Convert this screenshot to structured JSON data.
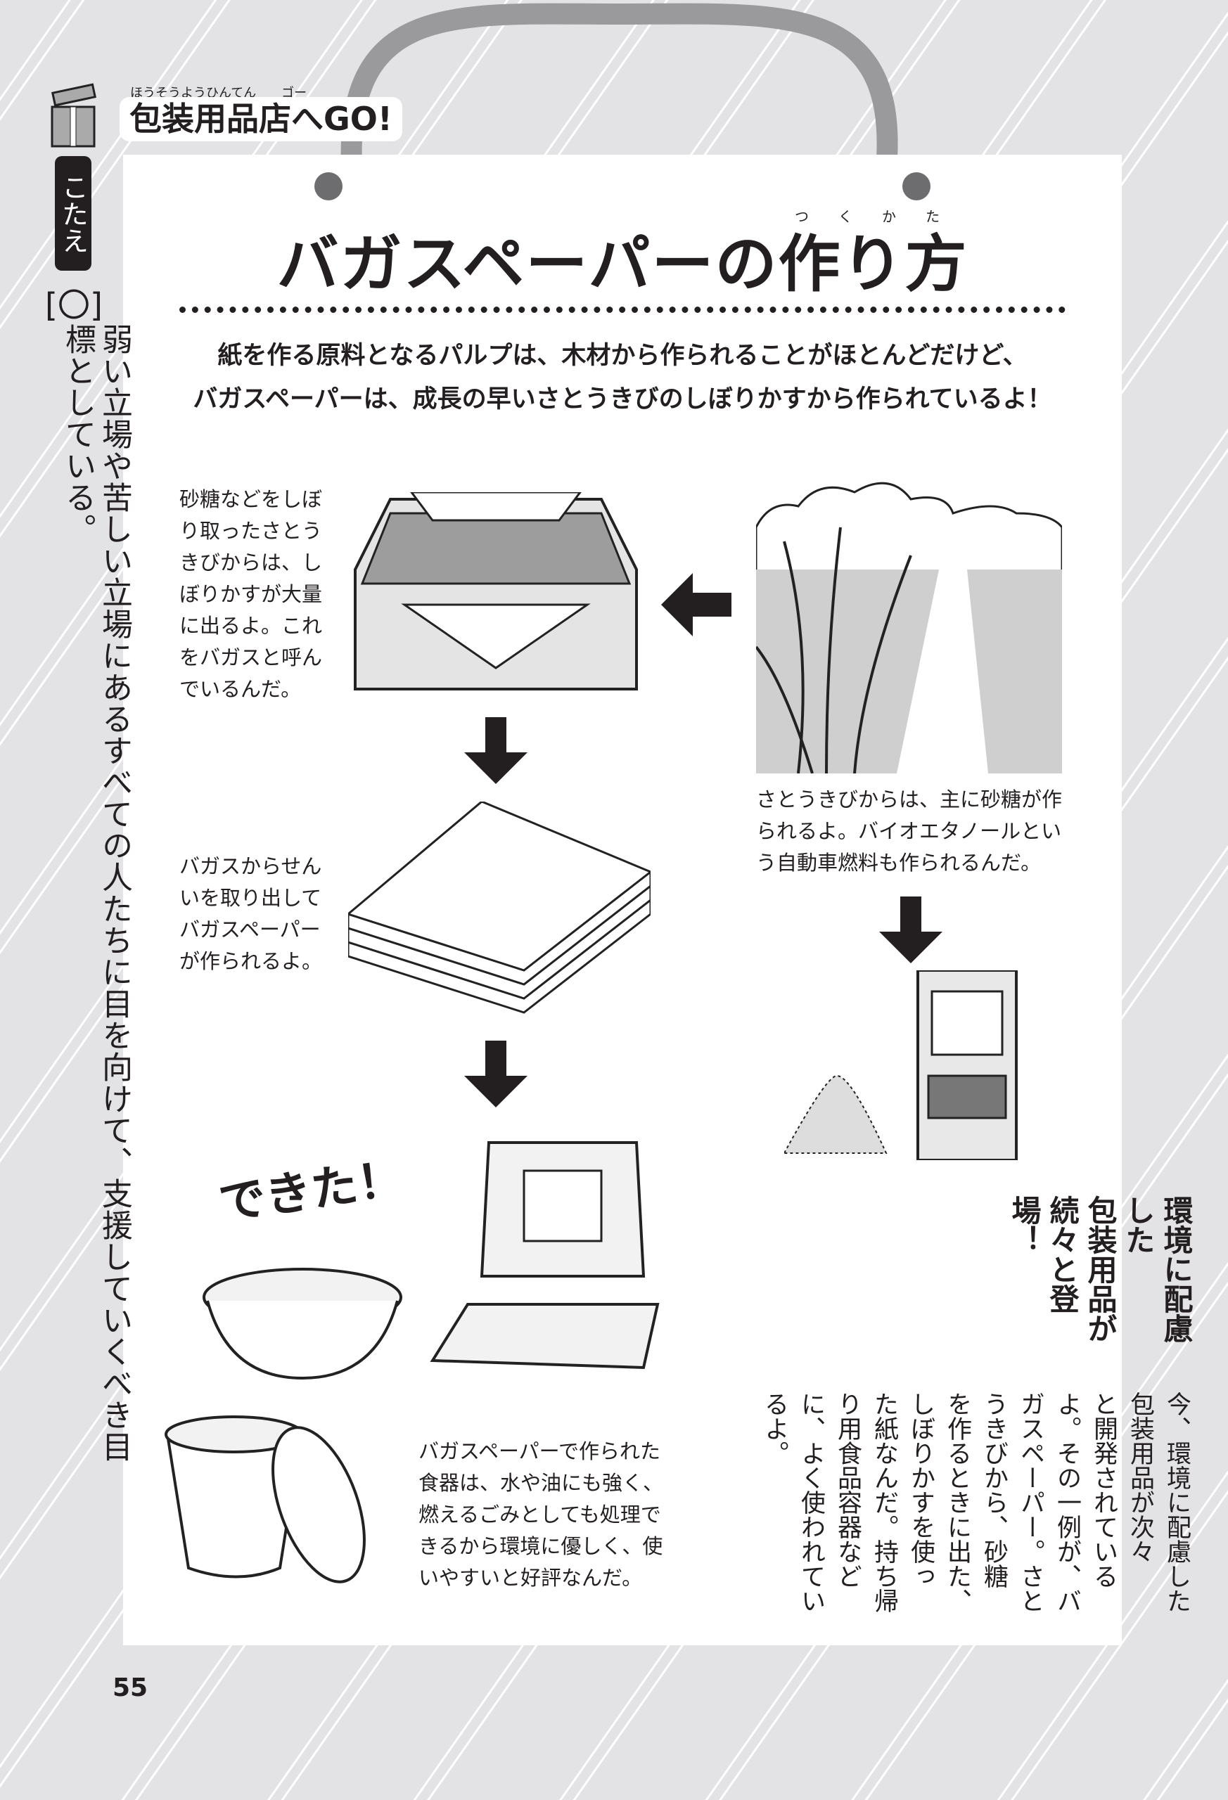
{
  "header": {
    "title": "包装用品店へGO!",
    "ruby": "ほうそうようひんてん　　ゴー"
  },
  "sidebar": {
    "badge": "こたえ",
    "mark": "[〇]",
    "answer": "弱い立場や苦しい立場にあるすべての人たちに目を向けて、支援していくべき目標としている。"
  },
  "main": {
    "title": "バガスペーパーの作り方",
    "title_ruby": "つくかた",
    "intro": [
      "紙を作る原料となるパルプは、木材から作られることがほとんどだけど、",
      "バガスペーパーは、成長の早いさとうきびのしぼりかすから作られているよ！"
    ],
    "captions": {
      "bagasse": [
        "砂糖などをしぼ",
        "り取ったさとう",
        "きびからは、し",
        "ぼりかすが大量",
        "に出るよ。これ",
        "をバガスと呼ん",
        "でいるんだ。"
      ],
      "sugarcane": [
        "さとうきびからは、主に砂糖が作",
        "られるよ。バイオエタノールとい",
        "う自動車燃料も作られるんだ。"
      ],
      "paper": [
        "バガスからせん",
        "いを取り出して",
        "バガスペーパー",
        "が作られるよ。"
      ],
      "products": [
        "バガスペーパーで作られた",
        "食器は、水や油にも強く、",
        "燃えるごみとしても処理で",
        "きるから環境に優しく、使",
        "いやすいと好評なんだ。"
      ]
    },
    "done": "できた！",
    "column": {
      "heading": [
        "環境に配慮した",
        "包装用品が続々と登場！"
      ],
      "body": [
        "今、環境に配慮した包装用品が次々",
        "と開発されているよ。その一例が、バ",
        "ガスペーパー。さとうきびから、砂糖",
        "を作るときに出た、しぼりかすを使っ",
        "た紙なんだ。持ち帰り用食品容器など",
        "に、よく使われているよ。"
      ]
    }
  },
  "page_number": "55"
}
